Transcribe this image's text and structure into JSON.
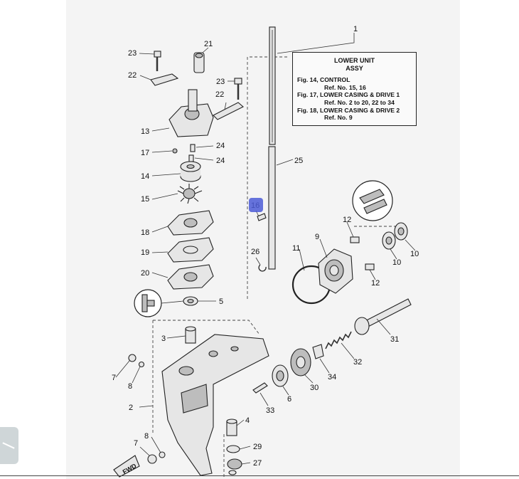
{
  "title_box": {
    "callout": "1",
    "line1": "LOWER UNIT",
    "line2": "ASSY",
    "refs": [
      {
        "fig": "Fig. 14, CONTROL",
        "ref": "Ref. No. 15, 16"
      },
      {
        "fig": "Fig. 17, LOWER CASING & DRIVE 1",
        "ref": "Ref. No. 2 to 20, 22 to 34"
      },
      {
        "fig": "Fig. 18, LOWER CASING & DRIVE 2",
        "ref": "Ref. No. 9"
      }
    ]
  },
  "callouts": {
    "c2": "2",
    "c3": "3",
    "c4": "4",
    "c5": "5",
    "c6": "6",
    "c7a": "7",
    "c7b": "7",
    "c8a": "8",
    "c8b": "8",
    "c9": "9",
    "c10a": "10",
    "c10b": "10",
    "c11": "11",
    "c12a": "12",
    "c12b": "12",
    "c13": "13",
    "c14": "14",
    "c15": "15",
    "c16": "16",
    "c17": "17",
    "c18": "18",
    "c19": "19",
    "c20": "20",
    "c21": "21",
    "c22a": "22",
    "c22b": "22",
    "c23a": "23",
    "c23b": "23",
    "c24a": "24",
    "c24b": "24",
    "c25": "25",
    "c26": "26",
    "c27": "27",
    "c29": "29",
    "c30": "30",
    "c31": "31",
    "c32": "32",
    "c33": "33",
    "c34": "34"
  },
  "fwd_label": "FWD",
  "colors": {
    "highlight": "#4b5bd6",
    "line": "#222222",
    "sheet": "#f4f4f4"
  }
}
